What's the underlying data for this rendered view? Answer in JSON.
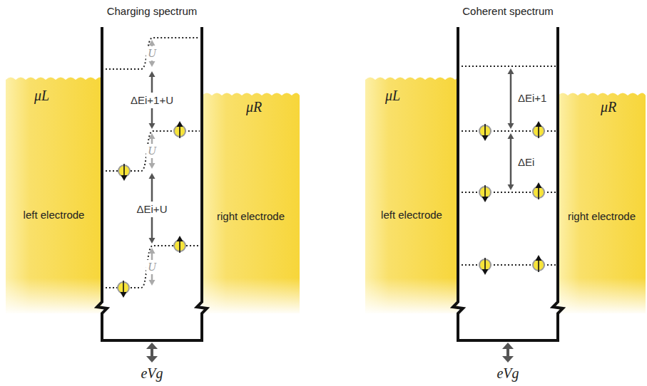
{
  "diagram": {
    "nodes": [
      {
        "text": [
          "μL",
          "left electrode"
        ]
      },
      {
        "text": [
          "μR",
          "right electrode"
        ]
      },
      {
        "text": [
          "μL",
          "left electrode"
        ]
      },
      {
        "text": [
          "μR",
          "right electrode"
        ]
      }
    ],
    "labels": [
      "Charging spectrum",
      "Coherent spectrum",
      "U",
      "ΔEi+1+U",
      "U",
      "ΔEi+U",
      "U",
      "ΔEi+1",
      "ΔEi",
      "eVg",
      "eVg"
    ]
  }
}
